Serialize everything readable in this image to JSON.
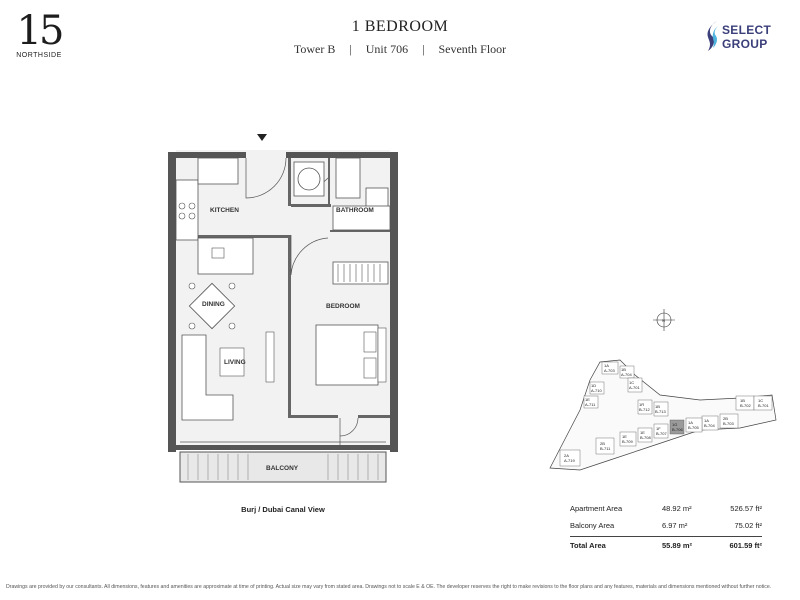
{
  "brand_left": {
    "numeral": "15",
    "name": "NORTHSIDE"
  },
  "header": {
    "title": "1 BEDROOM",
    "tower": "Tower B",
    "unit": "Unit 706",
    "floor": "Seventh Floor",
    "separator": "|"
  },
  "brand_right": {
    "line1": "SELECT",
    "line2": "GROUP",
    "color": "#3b3f7a"
  },
  "floor_plan": {
    "rooms": {
      "kitchen": "KITCHEN",
      "bathroom": "BATHROOM",
      "dining": "DINING",
      "bedroom": "BEDROOM",
      "living": "LIVING",
      "balcony": "BALCONY"
    },
    "wall_color": "#555555",
    "floor_color": "#f2f2f2"
  },
  "view": "Burj / Dubai Canal View",
  "key_plan": {
    "compass": "N",
    "units": [
      {
        "code": "1A",
        "num": "A-703"
      },
      {
        "code": "1B",
        "num": "A-704"
      },
      {
        "code": "1C",
        "num": "A-701"
      },
      {
        "code": "1D",
        "num": "A-710"
      },
      {
        "code": "1E",
        "num": "A-711"
      },
      {
        "code": "1R",
        "num": "B-712"
      },
      {
        "code": "1B",
        "num": "B-713"
      },
      {
        "code": "1C",
        "num": "B-701"
      },
      {
        "code": "1B",
        "num": "B-702"
      },
      {
        "code": "2B",
        "num": "B-703"
      },
      {
        "code": "1A",
        "num": "B-704"
      },
      {
        "code": "1A",
        "num": "B-705"
      },
      {
        "code": "1G",
        "num": "B-706"
      },
      {
        "code": "1F",
        "num": "B-707"
      },
      {
        "code": "1E",
        "num": "B-708"
      },
      {
        "code": "1E",
        "num": "B-709"
      },
      {
        "code": "2B",
        "num": "B-711"
      },
      {
        "code": "2A",
        "num": "A-719"
      }
    ],
    "highlight_color": "#9a9a9a"
  },
  "areas": [
    {
      "label": "Apartment Area",
      "m2": "48.92 m²",
      "ft2": "526.57 ft²"
    },
    {
      "label": "Balcony Area",
      "m2": "6.97 m²",
      "ft2": "75.02 ft²"
    }
  ],
  "total": {
    "label": "Total Area",
    "m2": "55.89 m²",
    "ft2": "601.59 ft²"
  },
  "disclaimer": "Drawings are provided by our consultants. All dimensions, features and amenities are approximate at time of printing. Actual size may vary from stated area. Drawings not to scale E & OE. The developer reserves the right to make revisions to the floor plans and any features, materials and dimensions mentioned without further notice."
}
